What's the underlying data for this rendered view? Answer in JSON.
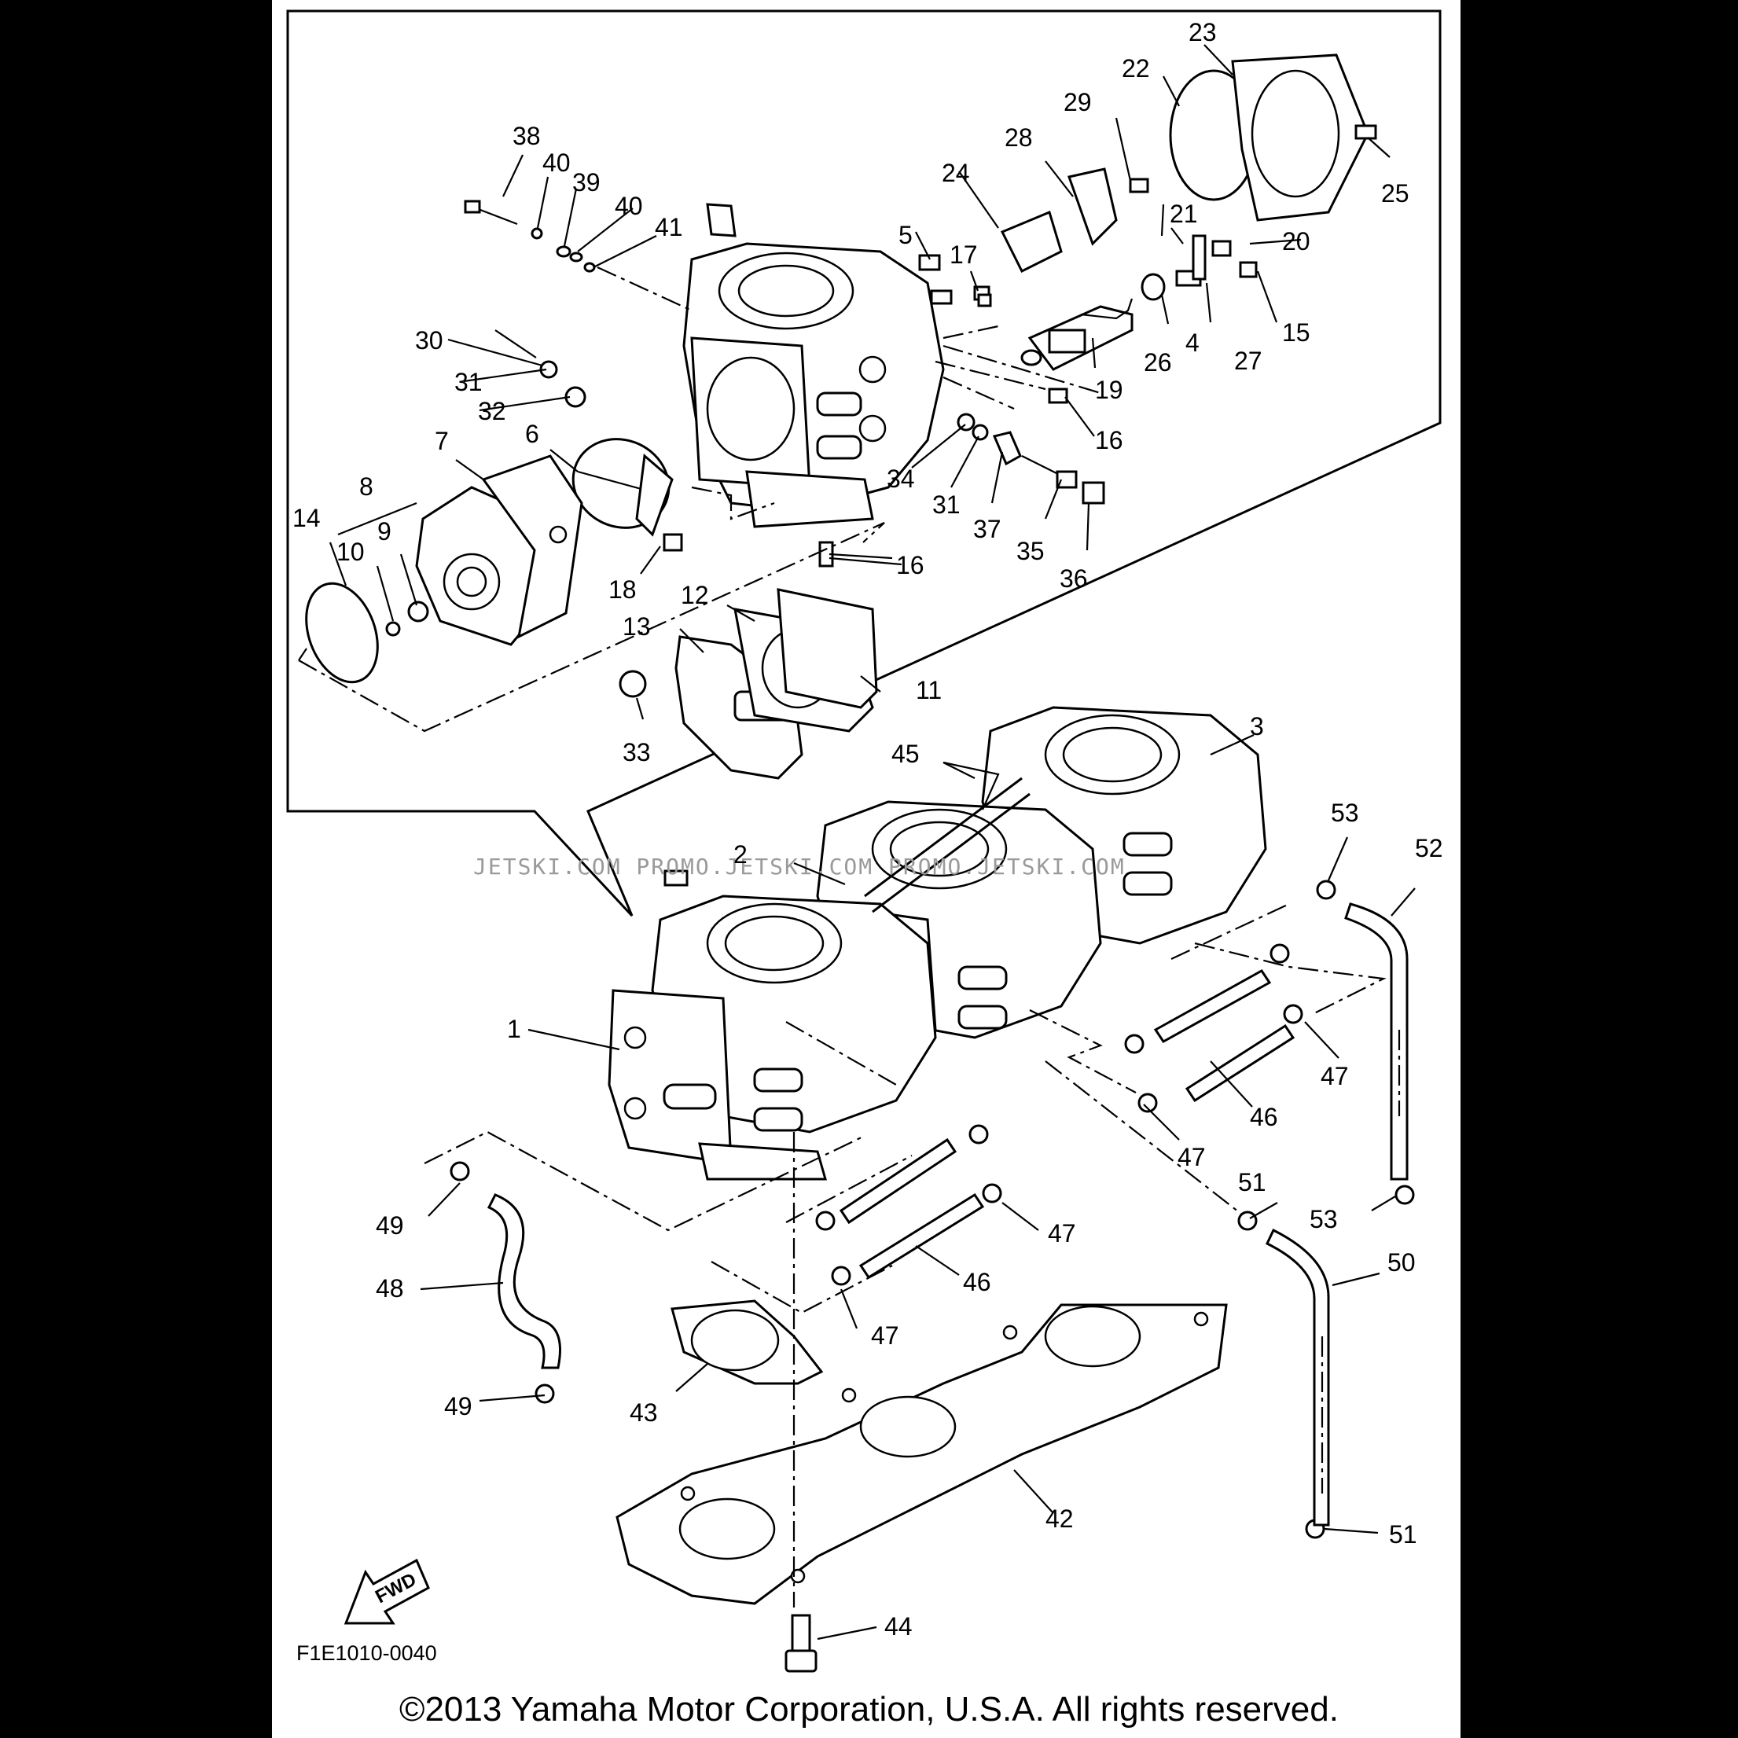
{
  "figure_code": "F1E1010-0040",
  "copyright": "©2013 Yamaha Motor Corporation, U.S.A. All rights reserved.",
  "watermark": "JETSKI.COM  PROMO.JETSKI.COM  PROMO.JETSKI.COM",
  "fwd_label": "FWD",
  "callouts": {
    "c1": "1",
    "c2": "2",
    "c3": "3",
    "c4": "4",
    "c5": "5",
    "c6": "6",
    "c7": "7",
    "c8": "8",
    "c9": "9",
    "c10": "10",
    "c11": "11",
    "c12": "12",
    "c13": "13",
    "c14": "14",
    "c15": "15",
    "c16a": "16",
    "c16b": "16",
    "c17": "17",
    "c18": "18",
    "c19": "19",
    "c20": "20",
    "c21": "21",
    "c22": "22",
    "c23": "23",
    "c24": "24",
    "c25": "25",
    "c26": "26",
    "c27": "27",
    "c28": "28",
    "c29": "29",
    "c30": "30",
    "c31a": "31",
    "c31b": "31",
    "c32": "32",
    "c33": "33",
    "c34": "34",
    "c35": "35",
    "c36": "36",
    "c37": "37",
    "c38": "38",
    "c39": "39",
    "c40a": "40",
    "c40b": "40",
    "c41": "41",
    "c42": "42",
    "c43": "43",
    "c44": "44",
    "c45": "45",
    "c46a": "46",
    "c46b": "46",
    "c47a": "47",
    "c47b": "47",
    "c47c": "47",
    "c47d": "47",
    "c48": "48",
    "c49a": "49",
    "c49b": "49",
    "c50": "50",
    "c51a": "51",
    "c51b": "51",
    "c52": "52",
    "c53a": "53",
    "c53b": "53"
  }
}
